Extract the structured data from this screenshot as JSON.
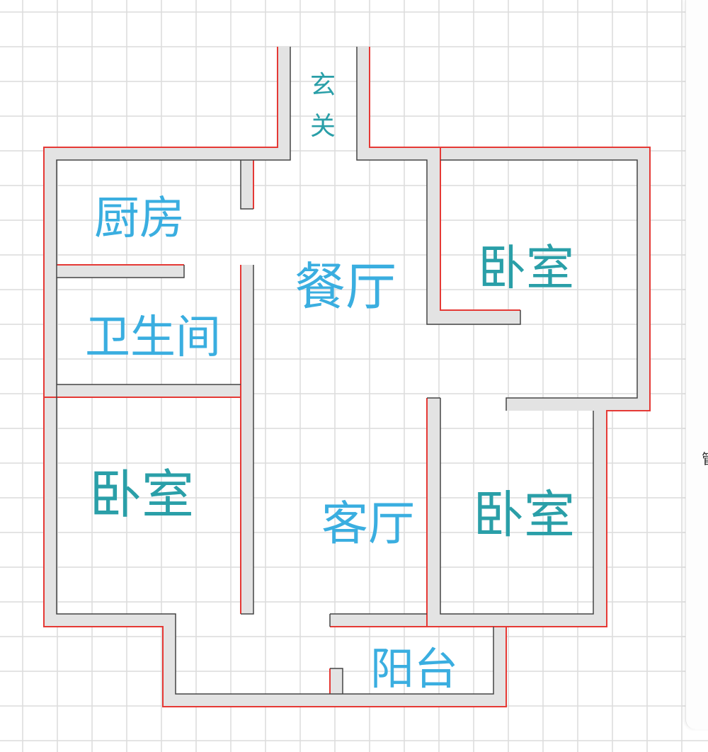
{
  "floorplan": {
    "rooms": {
      "entrance": [
        "玄",
        "关"
      ],
      "kitchen": "厨房",
      "dining": "餐厅",
      "bedroom_top_right": "卧室",
      "bathroom": "卫生间",
      "bedroom_left": "卧室",
      "living": "客厅",
      "bedroom_bottom_right": "卧室",
      "balcony": "阳台"
    },
    "colors": {
      "label_blue": "#3aaee0",
      "label_teal": "#2a9fa8",
      "wall_fill": "#e3e3e3",
      "wall_outline": "#e53935",
      "wall_inner": "#444444",
      "grid": "#dcdcdc"
    }
  },
  "side_panel": {
    "partial_text": "管"
  }
}
